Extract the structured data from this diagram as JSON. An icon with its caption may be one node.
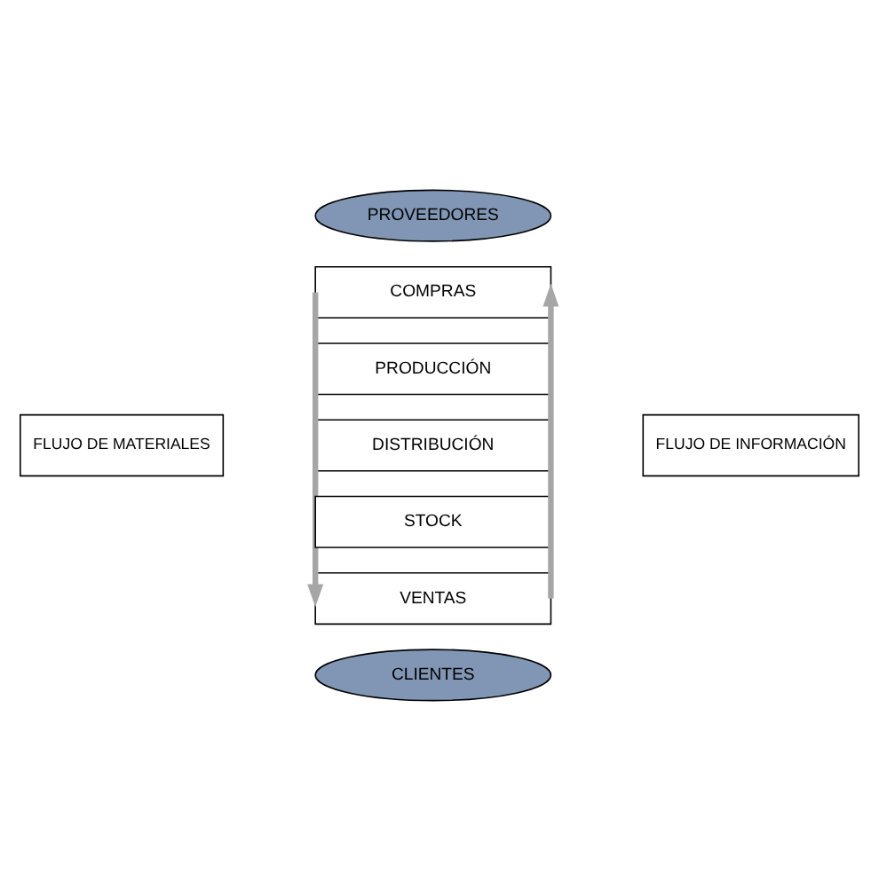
{
  "diagram": {
    "nodes": [
      {
        "text": [
          "PROVEEDORES"
        ]
      },
      {
        "text": [
          "FLUJO DE MATERIALES"
        ]
      },
      {
        "text": [
          "COMPRAS"
        ]
      },
      {
        "text": [
          "PRODUCCIÓN"
        ]
      },
      {
        "text": [
          "DISTRIBUCIÓN"
        ]
      },
      {
        "text": [
          "STOCK"
        ]
      },
      {
        "text": [
          "VENTAS"
        ]
      },
      {
        "text": [
          "FLUJO DE INFORMACIÓN"
        ]
      },
      {
        "text": [
          "CLIENTES"
        ]
      }
    ],
    "edges": [
      {
        "from": 2,
        "to": 6,
        "arrow": "to"
      },
      {
        "from": 6,
        "to": 2,
        "arrow": "to"
      }
    ]
  }
}
